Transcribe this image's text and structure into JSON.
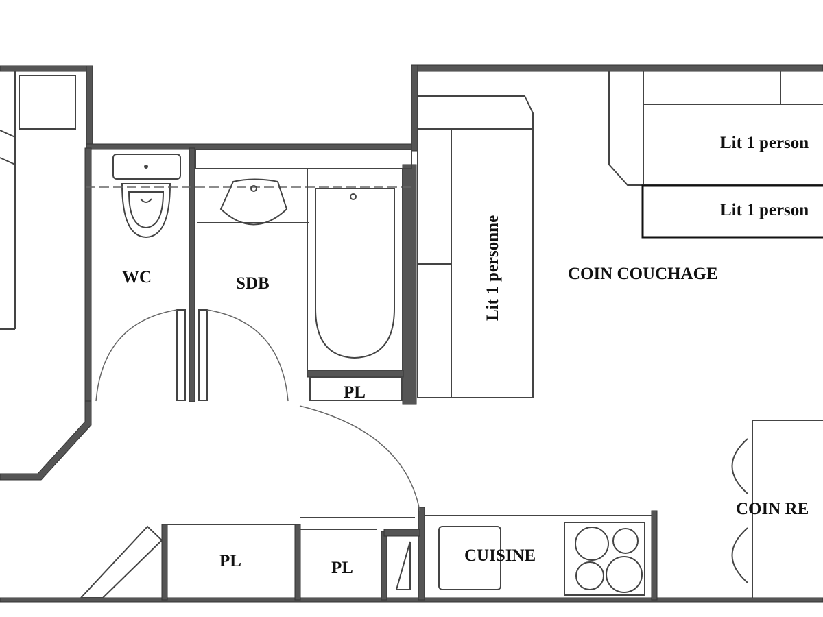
{
  "plan": {
    "rooms": {
      "wc": "WC",
      "sdb": "SDB",
      "pl_bath": "PL",
      "bed_vertical": "Lit 1 personne",
      "bed_top": "Lit 1 person",
      "bed_second": "Lit 1 person",
      "coin_couchage": "COIN COUCHAGE",
      "coin_repas": "COIN RE",
      "pl_left": "PL",
      "pl_mid": "PL",
      "cuisine": "CUISINE"
    },
    "colors": {
      "wall": "#555555",
      "line": "#333333",
      "background": "#ffffff"
    }
  }
}
